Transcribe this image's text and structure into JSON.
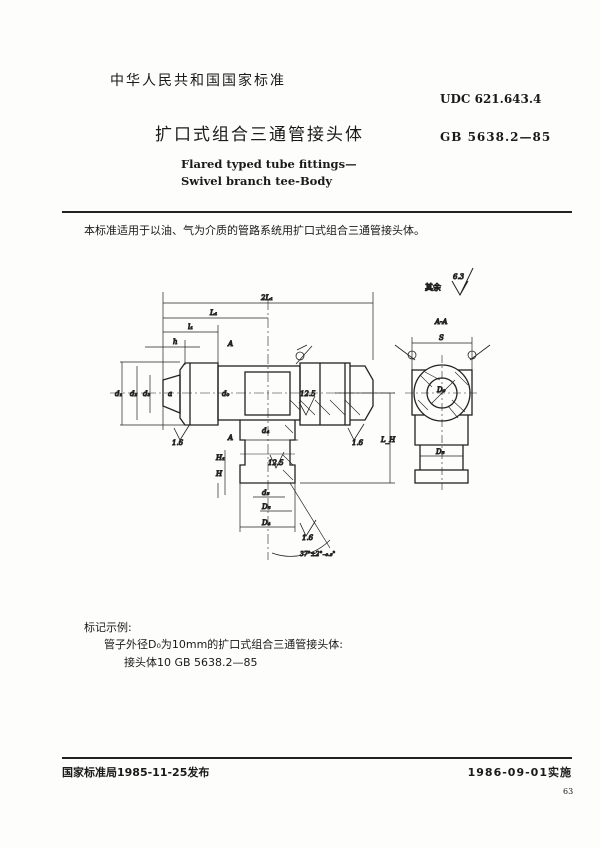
{
  "header": {
    "standard_category": "中华人民共和国国家标准",
    "udc": "UDC 621.643.4",
    "title_cn": "扩口式组合三通管接头体",
    "standard_number": "GB 5638.2—85",
    "title_en_line1": "Flared typed tube fittings—",
    "title_en_line2": "Swivel branch tee-Body"
  },
  "body": {
    "scope": "本标准适用于以油、气为介质的管路系统用扩口式组合三通管接头体。",
    "marking_heading": "标记示例:",
    "marking_desc": "管子外径D₀为10mm的扩口式组合三通管接头体:",
    "marking_example": "接头体10   GB 5638.2—85"
  },
  "drawing": {
    "labels": {
      "two_l1": "2L₁",
      "l1_cap": "L₁",
      "l1": "l₁",
      "h": "h",
      "d1": "d₁",
      "d2": "d₂",
      "d3": "d₃",
      "d4": "d₄",
      "d5": "d₅",
      "d6": "d₀",
      "a": "a",
      "section_a_top": "A",
      "section_a_bottom": "A",
      "H1": "H₁",
      "H": "H",
      "D5": "D₅",
      "D4": "D₄",
      "LH": "L_H",
      "rough_12_5": "12.5",
      "rough_12_5b": "12.5",
      "rough_1_6a": "1.6",
      "rough_1_6b": "1.6",
      "rough_1_6c": "1.6",
      "angle": "37°±2°₋₀.₅°",
      "other_surfaces": "其余",
      "rough_6_3": "6.3",
      "section_title": "A-A",
      "S": "S",
      "D0": "D₀",
      "D5_side": "D₅"
    }
  },
  "footer": {
    "issued": "国家标准局1985-11-25发布",
    "effective": "1986-09-01实施",
    "page_number": "63"
  }
}
